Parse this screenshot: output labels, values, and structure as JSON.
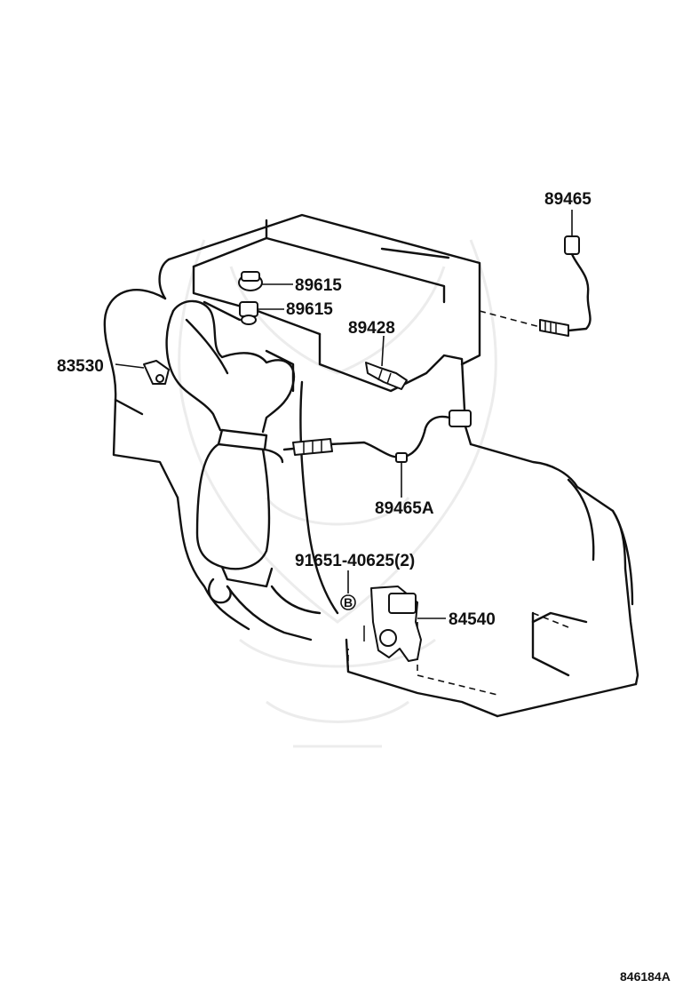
{
  "diagram": {
    "callouts": {
      "p89465": "89465",
      "p89615_a": "89615",
      "p89615_b": "89615",
      "p89428": "89428",
      "p83530": "83530",
      "p89465A": "89465A",
      "p91651": "91651-40625(2)",
      "p84540": "84540",
      "marker_b": "B"
    },
    "illustration_number": "846184A"
  }
}
